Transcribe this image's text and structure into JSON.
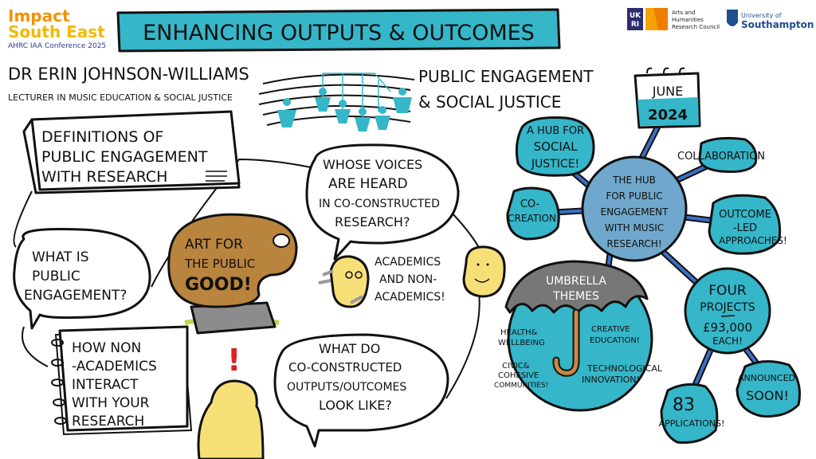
{
  "logo": {
    "line1": "Impact",
    "line2": "South East",
    "line3": "AHRC IAA Conference 2025"
  },
  "title": "ENHANCING OUTPUTS & OUTCOMES",
  "partners": {
    "ukri": [
      "UK",
      "RI"
    ],
    "ahrc": [
      "Arts and",
      "Humanities",
      "Research Council"
    ],
    "uni": [
      "University of",
      "Southampton"
    ]
  },
  "speaker": {
    "name": "DR ERIN JOHNSON-WILLIAMS",
    "role": "LECTURER IN MUSIC EDUCATION & SOCIAL JUSTICE"
  },
  "topic": [
    "PUBLIC ENGAGEMENT",
    "& SOCIAL JUSTICE"
  ],
  "definitions": [
    "DEFINITIONS OF",
    "PUBLIC ENGAGEMENT",
    "WITH RESEARCH"
  ],
  "q_what_is": [
    "WHAT IS",
    "PUBLIC",
    "ENGAGEMENT?"
  ],
  "art": [
    "ART FOR",
    "THE PUBLIC",
    "GOOD!"
  ],
  "notebook": [
    "HOW NON",
    "-ACADEMICS",
    "INTERACT",
    "WITH YOUR",
    "RESEARCH"
  ],
  "exclaim": "!",
  "q_whose": [
    "WHOSE VOICES",
    "ARE HEARD",
    "IN CO-CONSTRUCTED",
    "RESEARCH?"
  ],
  "academics": [
    "ACADEMICS",
    "AND NON-",
    "ACADEMICS!"
  ],
  "q_what_do": [
    "WHAT DO",
    "CO-CONSTRUCTED",
    "OUTPUTS/OUTCOMES",
    "LOOK LIKE?"
  ],
  "hub": {
    "center": [
      "THE HUB",
      "FOR PUBLIC",
      "ENGAGEMENT",
      "WITH MUSIC",
      "RESEARCH!"
    ],
    "date": [
      "JUNE",
      "2024"
    ],
    "social_justice": [
      "A HUB FOR",
      "SOCIAL",
      "JUSTICE!"
    ],
    "collaboration": "COLLABORATION",
    "co_creation": [
      "CO-",
      "CREATION!"
    ],
    "outcome_led": [
      "OUTCOME",
      "-LED",
      "APPROACHES!"
    ],
    "umbrella": {
      "title": [
        "UMBRELLA",
        "THEMES"
      ],
      "themes": [
        [
          "HEALTH&",
          "WELLBEING"
        ],
        [
          "CREATIVE",
          "EDUCATION!"
        ],
        [
          "CIVIC&",
          "COHESIVE",
          "COMMUNITIES!"
        ],
        [
          "TECHNOLOGICAL",
          "INNOVATION!"
        ]
      ]
    },
    "projects": [
      "FOUR",
      "PROJECTS",
      "£93,000",
      "EACH!"
    ],
    "applications": [
      "83",
      "APPLICATIONS!"
    ],
    "announced": [
      "ANNOUNCED",
      "SOON!"
    ]
  },
  "colors": {
    "teal": "#35b6c9",
    "hub": "#6fa8cc",
    "connector": "#3b6fc6",
    "orange": "#f39200",
    "navy": "#2b3a8c",
    "palette": "#b8843e",
    "skin": "#f7df78"
  }
}
